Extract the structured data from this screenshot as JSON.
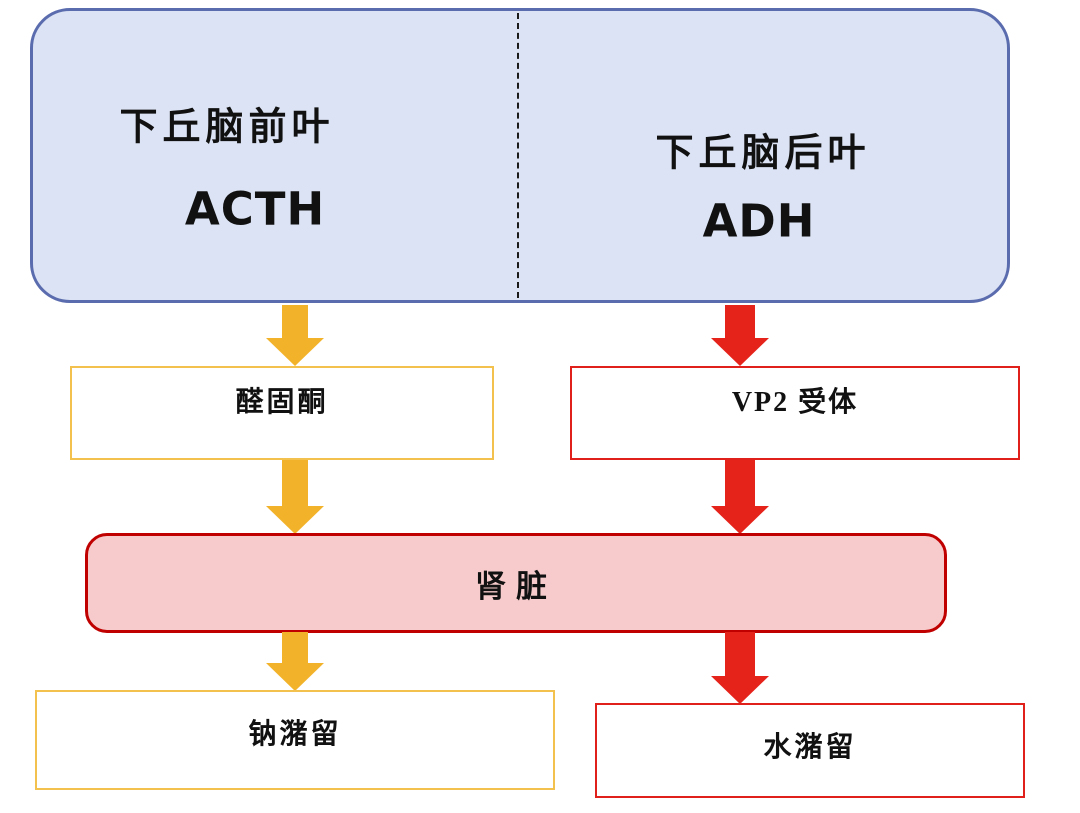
{
  "diagram": {
    "pituitary": {
      "anterior": {
        "title": "下丘脑前叶",
        "hormone": "ACTH"
      },
      "posterior": {
        "title": "下丘脑后叶",
        "hormone": "ADH"
      }
    },
    "acth_pathway": {
      "mediator_label": "醛固酮",
      "result_label": "钠潴留"
    },
    "adh_pathway": {
      "mediator_label": "VP2 受体",
      "result_label": "水潴留"
    },
    "kidney_label": "肾脏"
  },
  "colors": {
    "acth_pathway_arrow": "#F2B32A",
    "acth_pathway_border": "#F2C14E",
    "adh_pathway_arrow": "#E5231B",
    "adh_pathway_border": "#E0201B",
    "pituitary_fill": "#DBE3F4",
    "pituitary_border": "#5B6CAE",
    "kidney_fill": "#F7CBCB",
    "kidney_border": "#C00000"
  }
}
